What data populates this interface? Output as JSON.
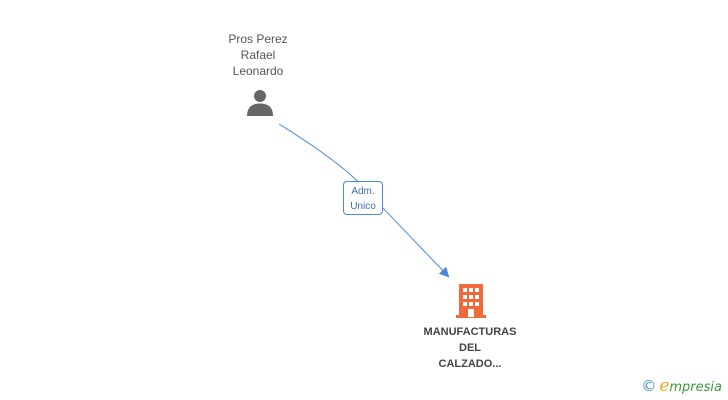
{
  "person": {
    "name_lines": [
      "Pros Perez",
      "Rafael",
      "Leonardo"
    ]
  },
  "company": {
    "name_lines": [
      "MANUFACTURAS",
      "DEL",
      "CALZADO..."
    ]
  },
  "relation": {
    "role_lines": [
      "Adm.",
      "Unico"
    ]
  },
  "colors": {
    "edge": "#4a8ad6",
    "person_icon": "#666666",
    "company_icon": "#f06a3c"
  },
  "icons": {
    "person": "person-icon",
    "company": "building-icon"
  },
  "watermark": {
    "symbol": "©",
    "brand_first": "e",
    "brand_rest": "mpresia"
  }
}
